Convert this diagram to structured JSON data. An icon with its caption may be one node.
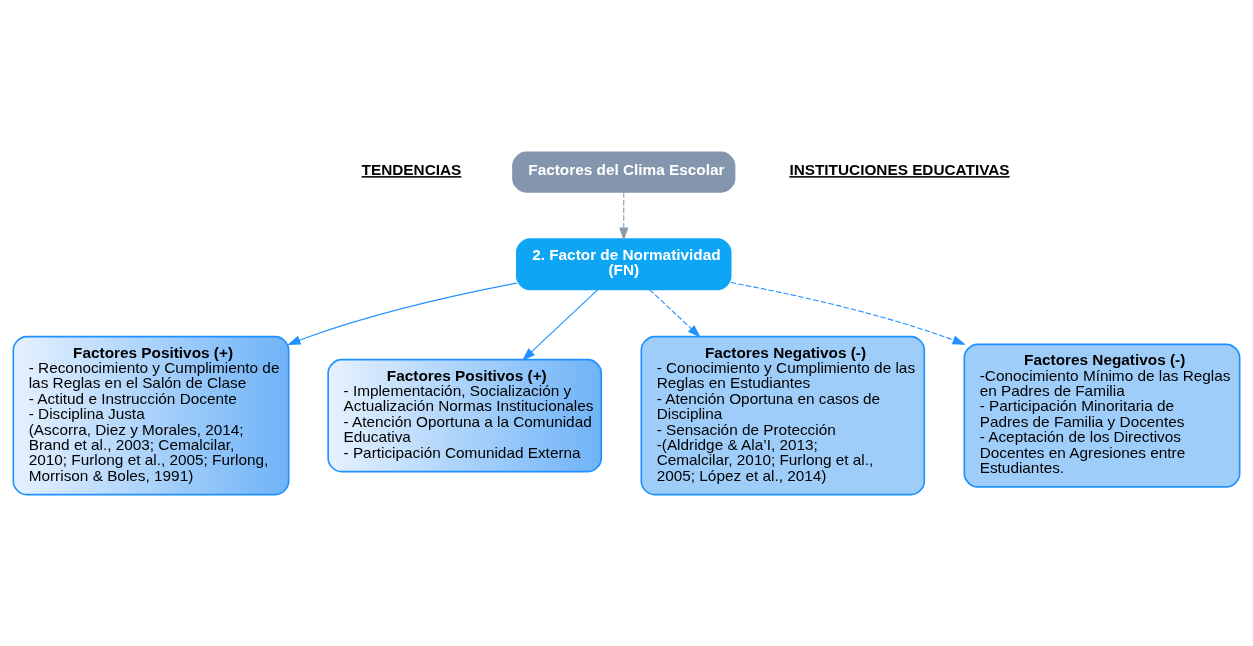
{
  "diagram": {
    "nodes": [
      {
        "text": [
          "Factores del Clima Escolar"
        ]
      },
      {
        "text": [
          "2. Factor de Normatividad (FN)"
        ]
      },
      {
        "text": [
          "Factores Positivos (+)",
          "- Reconocimiento y Cumplimiento de las Reglas en el Salón de Clase",
          "- Actitud e Instrucción Docente",
          "- Disciplina Justa",
          "(Ascorra, Diez y Morales, 2014; Brand et al., 2003; Cemalcilar, 2010; Furlong et al., 2005; Furlong, Morrison & Boles, 1991)"
        ]
      },
      {
        "text": [
          "Factores Positivos (+)",
          "- Implementación, Socialización y Actualización Normas Institucionales",
          "- Atención Oportuna a la Comunidad Educativa",
          "- Participación Comunidad Externa"
        ]
      },
      {
        "text": [
          "Factores Negativos (-)",
          "- Conocimiento y Cumplimiento de las Reglas en Estudiantes",
          "- Atención Oportuna en casos de Disciplina",
          "- Sensación de Protección",
          "-(Aldridge & Ala’I, 2013; Cemalcilar, 2010; Furlong et al., 2005; López et al., 2014)"
        ]
      },
      {
        "text": [
          "Factores Negativos (-)",
          "-Conocimiento Mínimo de las Reglas en Padres de Familia",
          "- Participación Minoritaria de Padres de Familia y Docentes",
          "- Aceptación de los Directivos Docentes en Agresiones entre Estudiantes."
        ]
      }
    ],
    "edges": [
      {
        "from": 0,
        "to": 1,
        "arrow": "to",
        "style": "dashed",
        "color": "#8c9bb0"
      },
      {
        "from": 1,
        "to": 2,
        "arrow": "to"
      },
      {
        "from": 1,
        "to": 3,
        "arrow": "to"
      },
      {
        "from": 1,
        "to": 4,
        "arrow": "to",
        "style": "dashed"
      },
      {
        "from": 1,
        "to": 5,
        "arrow": "to",
        "style": "dashed"
      }
    ],
    "labels": [
      "TENDENCIAS",
      "INSTITUCIONES EDUCATIVAS"
    ]
  }
}
